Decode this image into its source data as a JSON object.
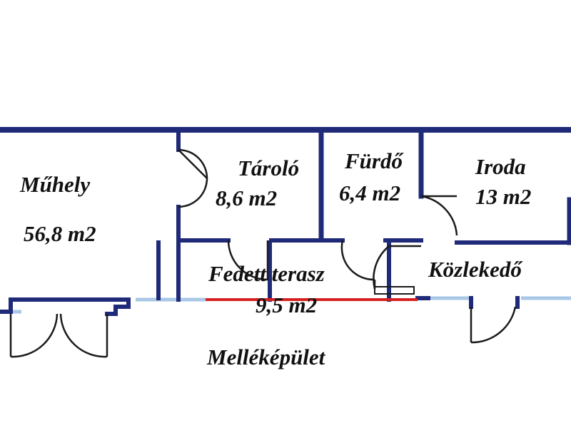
{
  "colors": {
    "wall": "#1f2a78",
    "window": "#a9c7e6",
    "door_line": "#1a1a1a",
    "cut_line": "#d62020",
    "text": "#111111",
    "background": "#ffffff"
  },
  "rooms": {
    "muhely": {
      "name": "Műhely",
      "area": "56,8 m2"
    },
    "tarolo": {
      "name": "Tároló",
      "area": "8,6 m2"
    },
    "furdo": {
      "name": "Fürdő",
      "area": "6,4 m2"
    },
    "iroda": {
      "name": "Iroda",
      "area": "13 m2"
    },
    "terasz": {
      "name": "Fedett terasz",
      "area": "9,5 m2"
    },
    "kozlekedo": {
      "name": "Közlekedő"
    }
  },
  "building": {
    "name": "Melléképület"
  }
}
